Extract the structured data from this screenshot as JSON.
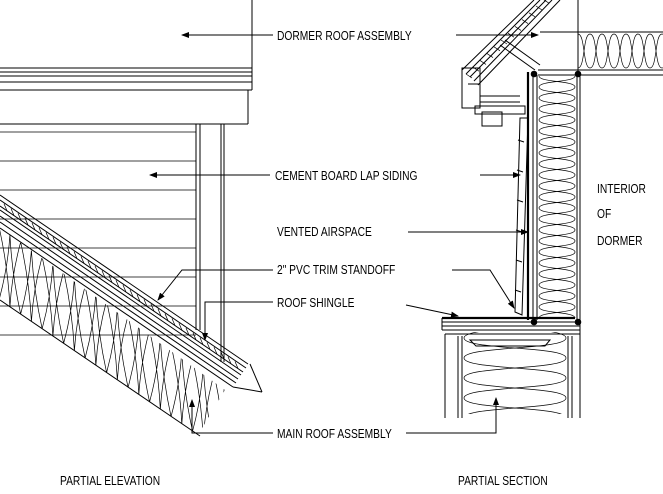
{
  "callouts": {
    "dormer_roof_assembly": "DORMER ROOF ASSEMBLY",
    "cement_board_lap_siding": "CEMENT BOARD LAP SIDING",
    "vented_airspace": "VENTED AIRSPACE",
    "pvc_trim_standoff": "2\" PVC TRIM STANDOFF",
    "roof_shingle": "ROOF SHINGLE",
    "main_roof_assembly": "MAIN ROOF ASSEMBLY"
  },
  "interior_label": [
    "INTERIOR",
    "OF",
    "DORMER"
  ],
  "view_titles": {
    "elevation": "PARTIAL ELEVATION",
    "section": "PARTIAL SECTION"
  }
}
